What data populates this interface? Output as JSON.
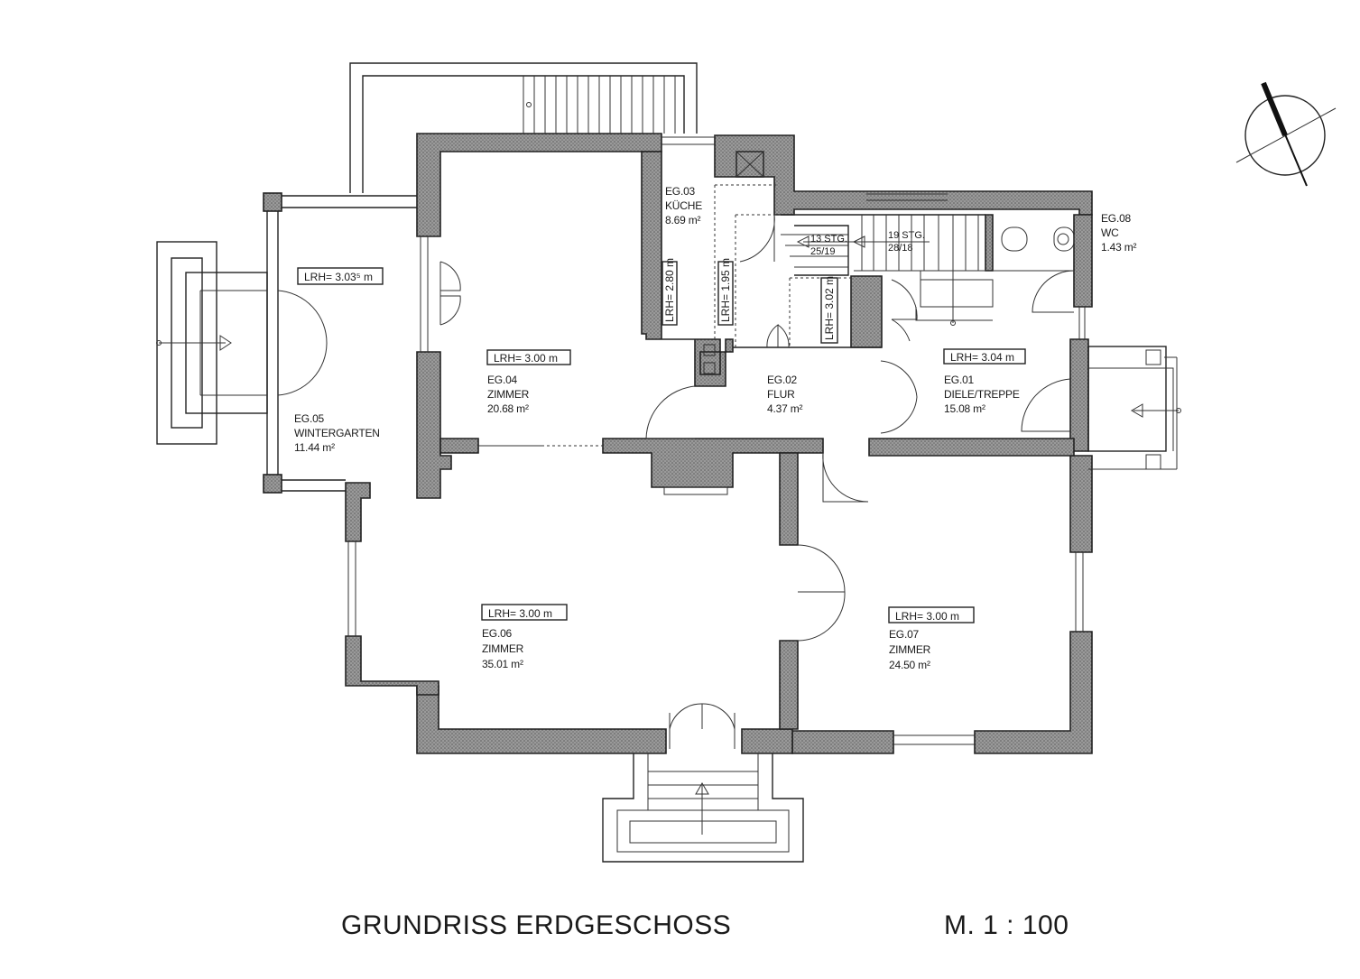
{
  "title": "GRUNDRISS ERDGESCHOSS",
  "scale": "M. 1 : 100",
  "rooms": [
    {
      "id": "EG.01",
      "name": "DIELE/TREPPE",
      "area": "15.08 m²",
      "lrh": "LRH= 3.04 m"
    },
    {
      "id": "EG.02",
      "name": "FLUR",
      "area": "4.37 m²"
    },
    {
      "id": "EG.03",
      "name": "KÜCHE",
      "area": "8.69 m²"
    },
    {
      "id": "EG.04",
      "name": "ZIMMER",
      "area": "20.68 m²",
      "lrh": "LRH= 3.00 m"
    },
    {
      "id": "EG.05",
      "name": "WINTERGARTEN",
      "area": "11.44 m²",
      "lrh": "LRH= 3.03⁵ m"
    },
    {
      "id": "EG.06",
      "name": "ZIMMER",
      "area": "35.01 m²",
      "lrh": "LRH= 3.00 m"
    },
    {
      "id": "EG.07",
      "name": "ZIMMER",
      "area": "24.50 m²",
      "lrh": "LRH= 3.00 m"
    },
    {
      "id": "EG.08",
      "name": "WC",
      "area": "1.43 m²"
    }
  ],
  "vertical_labels": {
    "kitchen_a": "LRH= 2.80 m",
    "kitchen_b": "LRH= 1.95 m",
    "stair": "LRH= 3.02 m"
  },
  "stairs": [
    {
      "steps": "13 STG.",
      "ratio": "25/19"
    },
    {
      "steps": "19 STG.",
      "ratio": "28/18"
    }
  ]
}
